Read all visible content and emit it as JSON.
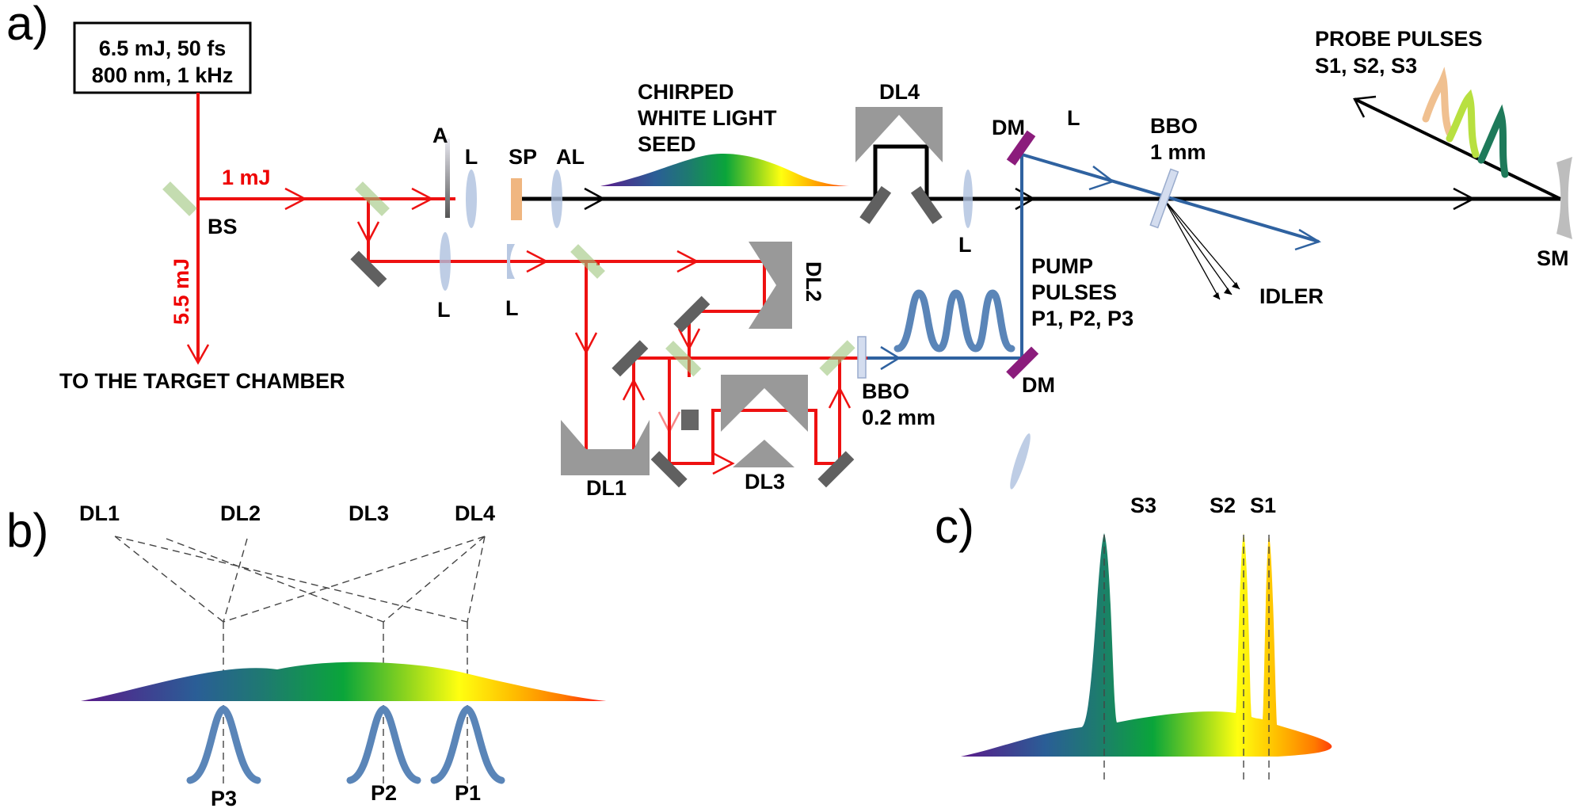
{
  "panels": {
    "a": "a)",
    "b": "b)",
    "c": "c)"
  },
  "laser_box": {
    "line1": "6.5 mJ, 50 fs",
    "line2": "800 nm, 1 kHz"
  },
  "beam_labels": {
    "main_energy": "1 mJ",
    "target_energy": "5.5 mJ",
    "target": "TO THE TARGET CHAMBER"
  },
  "components": {
    "beam_splitter": "BS",
    "attenuator": "A",
    "lens": "L",
    "sapphire_plate": "SP",
    "achromatic_lens": "AL",
    "delay_line_1": "DL1",
    "delay_line_2": "DL2",
    "delay_line_3": "DL3",
    "delay_line_4": "DL4",
    "dichroic_mirror": "DM",
    "bbo_thin": "BBO",
    "bbo_thin_thickness": "0.2 mm",
    "bbo_thick": "BBO",
    "bbo_thick_thickness": "1 mm",
    "spherical_mirror": "SM"
  },
  "annotations": {
    "seed_line1": "CHIRPED",
    "seed_line2": "WHITE LIGHT",
    "seed_line3": "SEED",
    "pump_line1": "PUMP",
    "pump_line2": "PULSES",
    "pump_line3": "P1, P2, P3",
    "probe_line1": "PROBE PULSES",
    "probe_line2": "S1, S2, S3",
    "idler": "IDLER"
  },
  "panel_b": {
    "delay_lines": [
      "DL1",
      "DL2",
      "DL3",
      "DL4"
    ],
    "pumps": [
      "P3",
      "P2",
      "P1"
    ]
  },
  "panel_c": {
    "signals": [
      "S3",
      "S2",
      "S1"
    ]
  },
  "colors": {
    "beam_800nm": "#ee1111",
    "beam_white_light": "#000000",
    "beam_pump_400nm": "#2f62a0",
    "dichroic_mirror": "#8b1c7c",
    "probe_s1": "#f0c090",
    "probe_s2": "#b8e040",
    "probe_s3": "#1e7a5a"
  }
}
